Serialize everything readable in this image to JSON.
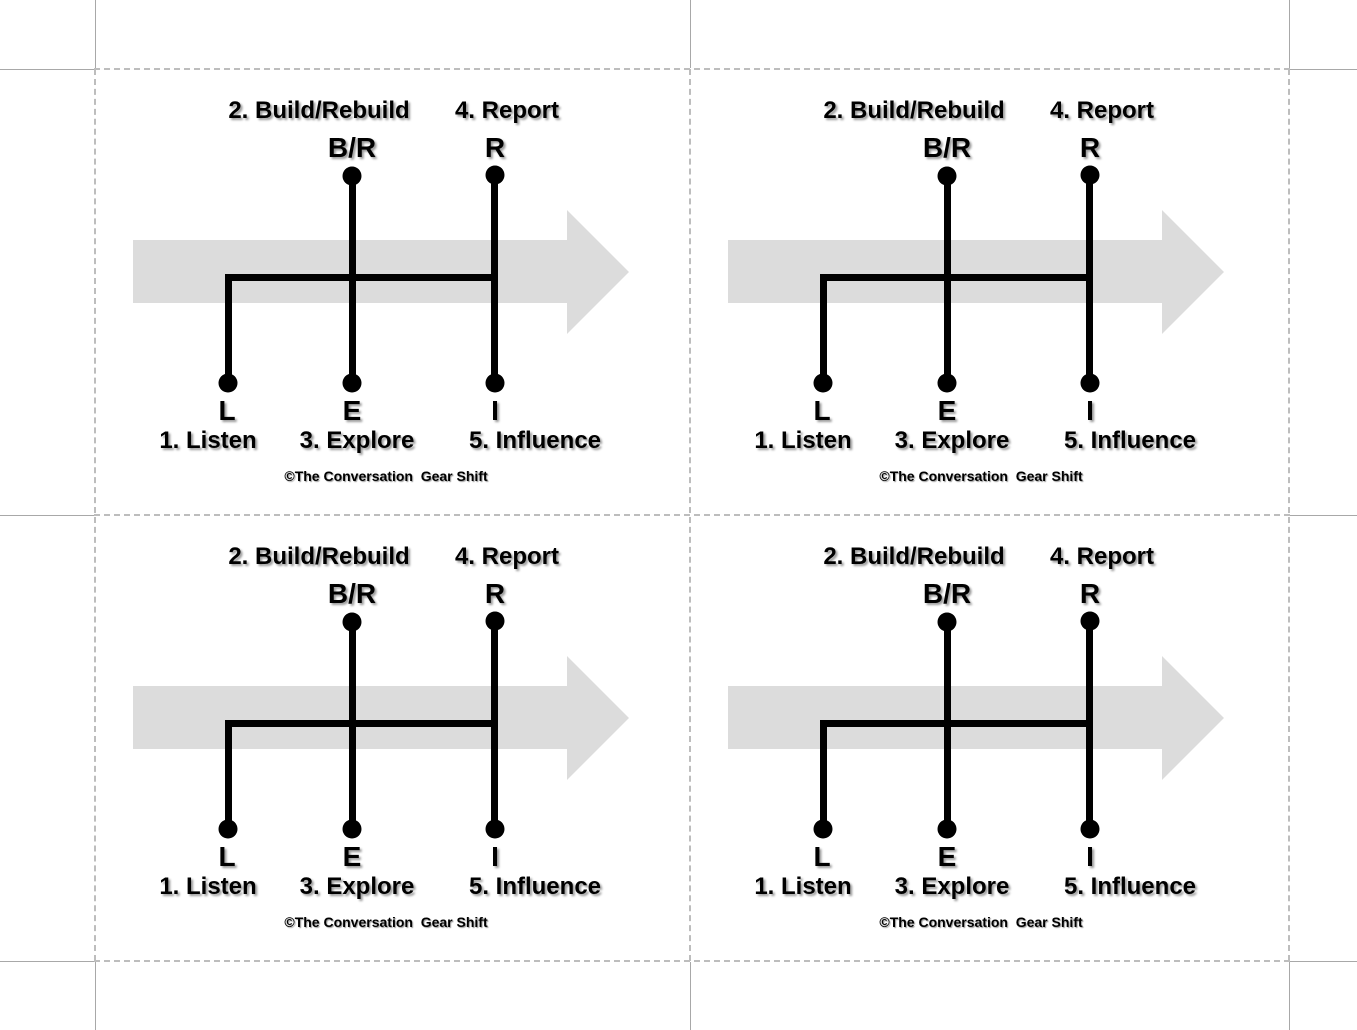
{
  "sheet": {
    "layout": "2x2 printable cards",
    "colors": {
      "background": "#ffffff",
      "diagram_line": "#000000",
      "arrow_fill": "#dcdcdc",
      "dashed_cut_border": "#bdbdbd",
      "crop_mark": "#a8a8a8"
    },
    "icons": {
      "flow_arrow": "right-arrow-icon"
    }
  },
  "cards": [
    {
      "step2_label": "2. Build/Rebuild",
      "step4_label": "4. Report",
      "build_letter": "B/R",
      "report_letter": "R",
      "listen_letter": "L",
      "explore_letter": "E",
      "influence_letter": "I",
      "step1_label": "1. Listen",
      "step3_label": "3. Explore",
      "step5_label": "5. Influence",
      "copyright": "©The Conversation  Gear Shift"
    },
    {
      "step2_label": "2. Build/Rebuild",
      "step4_label": "4. Report",
      "build_letter": "B/R",
      "report_letter": "R",
      "listen_letter": "L",
      "explore_letter": "E",
      "influence_letter": "I",
      "step1_label": "1. Listen",
      "step3_label": "3. Explore",
      "step5_label": "5. Influence",
      "copyright": "©The Conversation  Gear Shift"
    },
    {
      "step2_label": "2. Build/Rebuild",
      "step4_label": "4. Report",
      "build_letter": "B/R",
      "report_letter": "R",
      "listen_letter": "L",
      "explore_letter": "E",
      "influence_letter": "I",
      "step1_label": "1. Listen",
      "step3_label": "3. Explore",
      "step5_label": "5. Influence",
      "copyright": "©The Conversation  Gear Shift"
    },
    {
      "step2_label": "2. Build/Rebuild",
      "step4_label": "4. Report",
      "build_letter": "B/R",
      "report_letter": "R",
      "listen_letter": "L",
      "explore_letter": "E",
      "influence_letter": "I",
      "step1_label": "1. Listen",
      "step3_label": "3. Explore",
      "step5_label": "5. Influence",
      "copyright": "©The Conversation  Gear Shift"
    }
  ]
}
